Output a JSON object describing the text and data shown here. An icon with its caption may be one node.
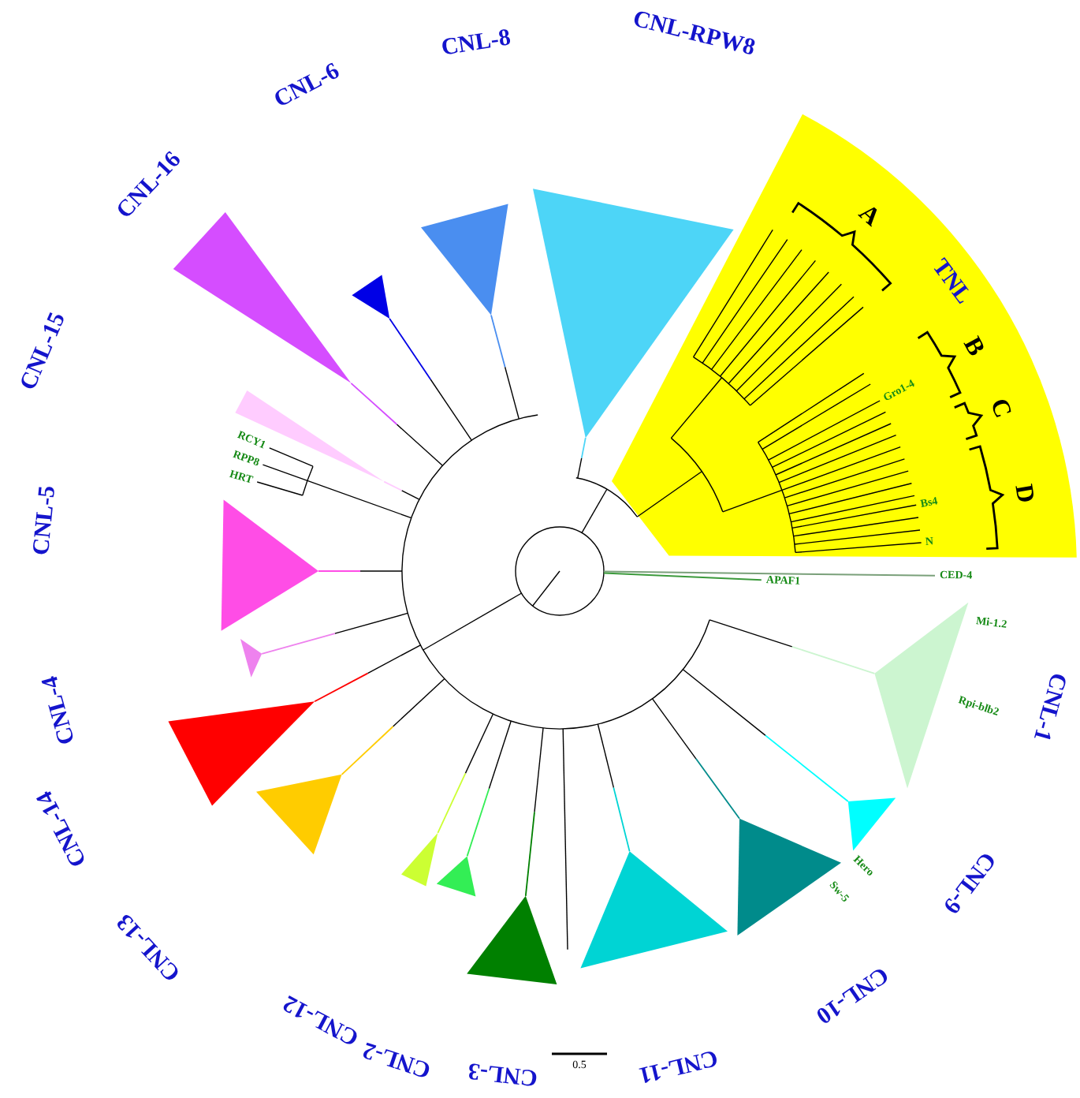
{
  "diagram": {
    "labels": [
      "CNL-RPW8",
      "A",
      "TNL",
      "B",
      "Gro1-4",
      "C",
      "Bs4",
      "D",
      "N",
      "CED-4",
      "APAF1",
      "Mi-1.2",
      "Rpi-blb2",
      "CNL-1",
      "Hero",
      "CNL-9",
      "Sw-5",
      "CNL-10",
      "CNL-11",
      "0.5",
      "CNL-3",
      "CNL-2",
      "CNL-12",
      "CNL-13",
      "CNL-14",
      "CNL-4",
      "CNL-5",
      "HRT",
      "RPP8",
      "RCY1",
      "CNL-15",
      "CNL-16",
      "CNL-6",
      "CNL-8"
    ]
  }
}
